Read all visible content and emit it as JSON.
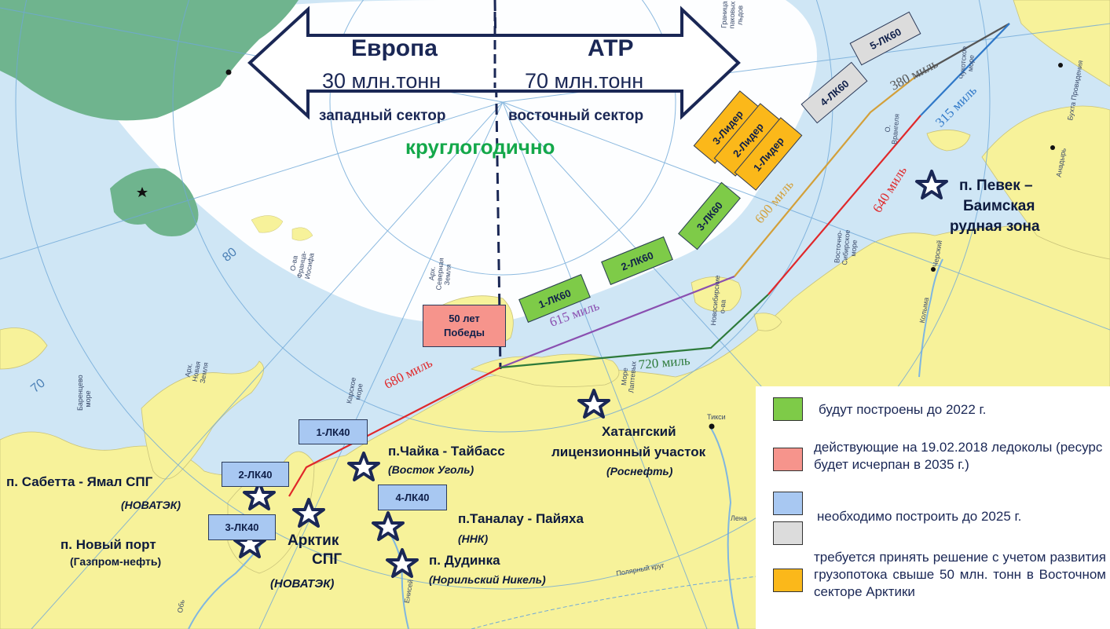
{
  "header": {
    "left_region": "Европа",
    "left_volume": "30 млн.тонн",
    "left_sector": "западный сектор",
    "right_region": "АТР",
    "right_volume": "70 млн.тонн",
    "right_sector": "восточный сектор",
    "schedule": "круглогодично"
  },
  "icebreakers": {
    "lk40_1": "1-ЛК40",
    "lk40_2": "2-ЛК40",
    "lk40_3": "3-ЛК40",
    "lk40_4": "4-ЛК40",
    "lk60_1": "1-ЛК60",
    "lk60_2": "2-ЛК60",
    "lk60_3": "3-ЛК60",
    "lk60_4": "4-ЛК60",
    "lk60_5": "5-ЛК60",
    "leader_1": "1-Лидер",
    "leader_2": "2-Лидер",
    "leader_3": "3-Лидер",
    "pobeda": "50 лет Победы"
  },
  "routes": {
    "r680": "680 миль",
    "r615": "615 миль",
    "r720": "720 миль",
    "r600": "600 миль",
    "r640": "640 миль",
    "r380": "380 миль",
    "r315": "315 миль"
  },
  "sites": {
    "sabetta_name": "п. Сабетта - Ямал СПГ",
    "sabetta_owner": "(НОВАТЭК)",
    "newport_name": "п. Новый порт",
    "newport_owner": "(Газпром-нефть)",
    "arctic_name_1": "Арктик",
    "arctic_name_2": "СПГ",
    "arctic_owner": "(НОВАТЭК)",
    "chayka_name": "п.Чайка - Тайбасс",
    "chayka_owner": "(Восток Уголь)",
    "tanalau_name": "п.Таналау - Пайяха",
    "tanalau_owner": "(ННК)",
    "dudinka_name": "п. Дудинка",
    "dudinka_owner": "(Норильский Никель)",
    "khatanga_name_1": "Хатангский",
    "khatanga_name_2": "лицензионный участок",
    "khatanga_owner": "(Роснефть)",
    "pevek_1": "п. Певек –",
    "pevek_2": "Баимская",
    "pevek_3": "рудная зона"
  },
  "geo_labels": {
    "barents": "Баренцево море",
    "novaya_zemlya": "Арх. Новая Земля",
    "kara": "Карское море",
    "franz_josef": "О-ва Франца-Иосифа",
    "severnaya_zemlya": "Арх. Северная Земля",
    "laptev": "Море Лаптевых",
    "novosibirsk": "Новосибирские о-ва",
    "east_siberian": "Восточно-Сибирское море",
    "wrangel": "О. Врангеля",
    "chukchi": "Чукотское море",
    "tiksi": "Тикси",
    "lena": "Лена",
    "yenisei": "Енисей",
    "ob": "Обь",
    "kolyma": "Колыма",
    "chersky": "Черский",
    "anadyr": "Анадырь",
    "provideniya": "Бухта Провидения",
    "polar_circle": "Полярный круг",
    "ice_boundary": "Граница паковых льдов",
    "lat_80": "80",
    "lat_70": "70"
  },
  "legend": [
    {
      "color": "#7ecb48",
      "text": "будут построены до 2022 г."
    },
    {
      "color": "#f6948c",
      "text": "действующие на 19.02.2018 ледоколы (ресурс будет исчерпан в 2035 г.)"
    },
    {
      "color": "#a8c8f2",
      "text": "необходимо построить до 2025 г."
    },
    {
      "color": "#dcdcdc",
      "text": ""
    },
    {
      "color": "#fbb81a",
      "text": "требуется принять решение с учетом развития грузопотока свыше 50 млн. тонн в Восточном секторе Арктики"
    }
  ],
  "colors": {
    "sea": "#cfe6f5",
    "land": "#f7f29a",
    "ice": "#ffffff",
    "greenland": "#6fb48e",
    "arrow_border": "#1a2755",
    "star": "#1a2755",
    "route_red": "#e0282a",
    "route_purple": "#8a4fb0",
    "route_green": "#2d7a3a",
    "route_gold": "#d3a03a",
    "route_grey": "#555555",
    "route_blue": "#2f78c8"
  }
}
